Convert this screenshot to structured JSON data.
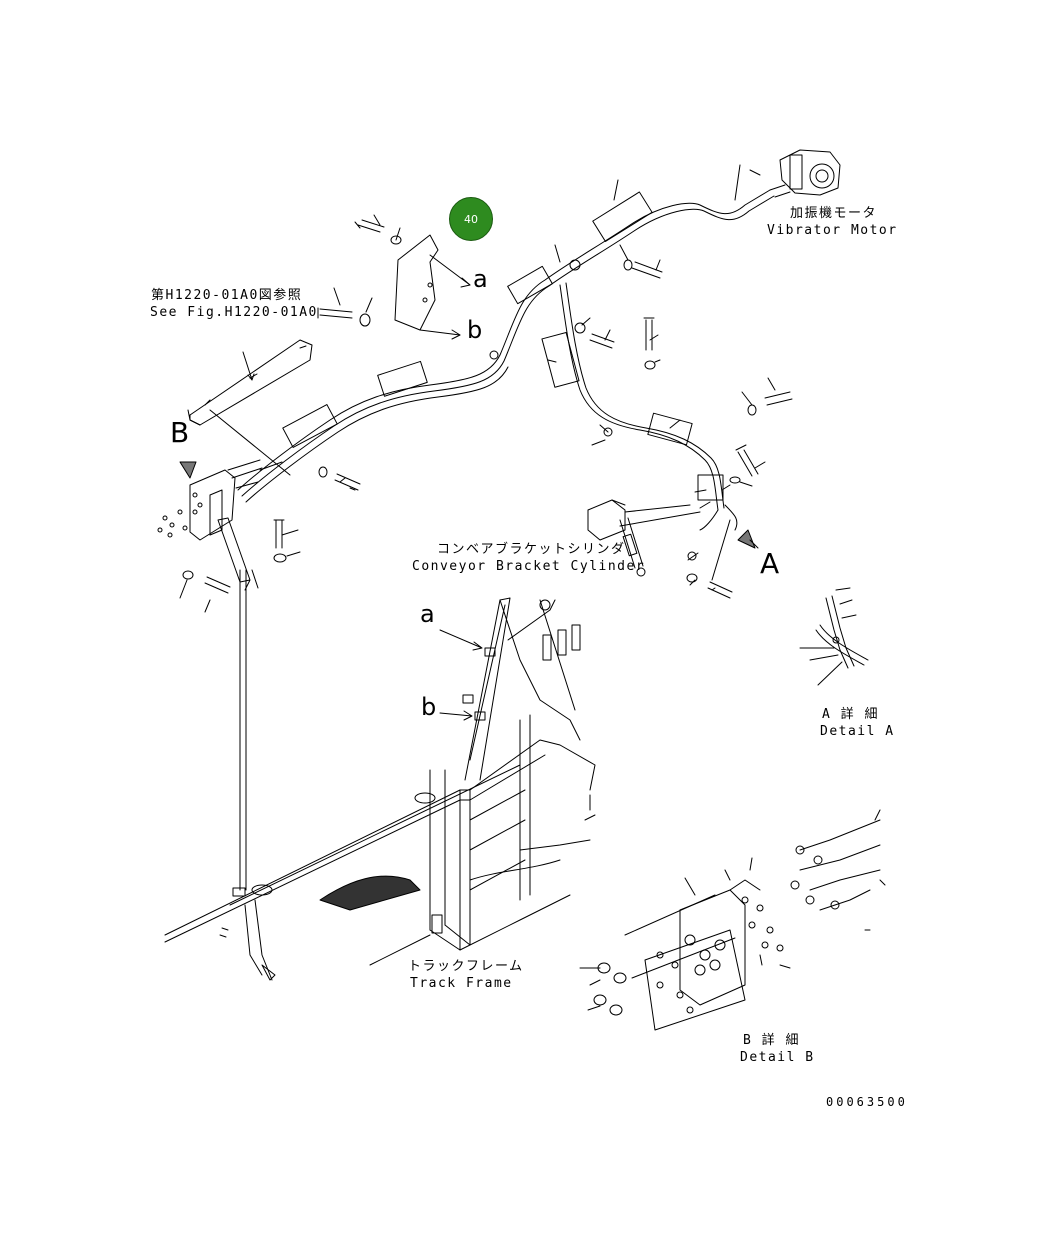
{
  "callout": {
    "number": "40"
  },
  "labels": {
    "ref_jp": "第H1220-01A0図参照",
    "ref_en": "See Fig.H1220-01A0",
    "vibrator_jp": "加振機モータ",
    "vibrator_en": "Vibrator Motor",
    "conveyor_jp": "コンベアブラケットシリンダ",
    "conveyor_en": "Conveyor Bracket Cylinder",
    "track_jp": "トラックフレーム",
    "track_en": "Track Frame",
    "detail_a_jp": "A 詳 細",
    "detail_a_en": "Detail A",
    "detail_b_jp": "B 詳 細",
    "detail_b_en": "Detail B",
    "drawing_number": "00063500"
  },
  "markers": {
    "a_upper": "a",
    "b_upper": "b",
    "a_lower": "a",
    "b_lower": "b",
    "view_b": "B",
    "view_a": "A"
  }
}
